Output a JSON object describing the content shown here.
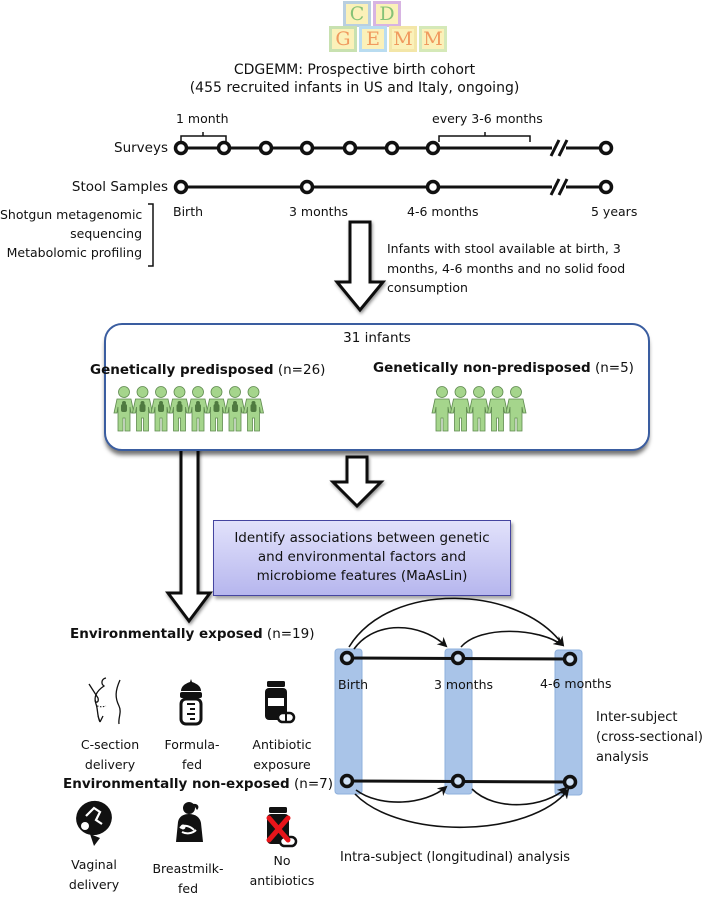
{
  "logo": {
    "top_row": [
      "C",
      "D"
    ],
    "bottom_row": [
      "G",
      "E",
      "M",
      "M"
    ]
  },
  "title": {
    "line1": "CDGEMM: Prospective birth cohort",
    "line2": "(455 recruited infants in US and Italy, ongoing)"
  },
  "timeline": {
    "surveys_label": "Surveys",
    "stool_label": "Stool Samples",
    "interval_short": "1 month",
    "interval_long": "every 3-6 months",
    "ticks": [
      "Birth",
      "3 months",
      "4-6 months",
      "5 years"
    ],
    "analyses": [
      "Shotgun metagenomic",
      "sequencing",
      "Metabolomic profiling"
    ],
    "selection_criteria": [
      "Infants with stool available at birth, 3",
      "months, 4-6 months and no solid food",
      "consumption"
    ]
  },
  "cohort": {
    "total": "31 infants",
    "predisposed": {
      "label": "Genetically predisposed",
      "count": "(n=26)",
      "icon_count": 8
    },
    "non_predisposed": {
      "label": "Genetically non-predisposed",
      "count": "(n=5)",
      "icon_count": 5
    },
    "icon_color": "#a5d58c"
  },
  "maaslin": {
    "lines": [
      "Identify associations between genetic",
      "and environmental factors and",
      "microbiome features (MaAsLin)"
    ]
  },
  "environment": {
    "exposed": {
      "label": "Environmentally exposed",
      "count": "(n=19)",
      "items": [
        {
          "icon": "c-section-icon",
          "lines": [
            "C-section",
            "delivery"
          ]
        },
        {
          "icon": "formula-bottle-icon",
          "lines": [
            "Formula-",
            "fed"
          ]
        },
        {
          "icon": "antibiotic-bottle-icon",
          "lines": [
            "Antibiotic",
            "exposure"
          ]
        }
      ]
    },
    "non_exposed": {
      "label": "Environmentally non-exposed",
      "count": "(n=7)",
      "items": [
        {
          "icon": "vaginal-delivery-icon",
          "lines": [
            "Vaginal",
            "delivery"
          ]
        },
        {
          "icon": "breastfeeding-icon",
          "lines": [
            "Breastmilk-",
            "fed"
          ]
        },
        {
          "icon": "no-antibiotics-icon",
          "lines": [
            "No",
            "antibiotics"
          ]
        }
      ]
    }
  },
  "analysis": {
    "timepoints": [
      "Birth",
      "3 months",
      "4-6 months"
    ],
    "inter_subject": [
      "Inter-subject",
      "(cross-sectional)",
      "analysis"
    ],
    "intra_subject": "Intra-subject (longitudinal) analysis",
    "column_color": "#a9c4e8"
  }
}
